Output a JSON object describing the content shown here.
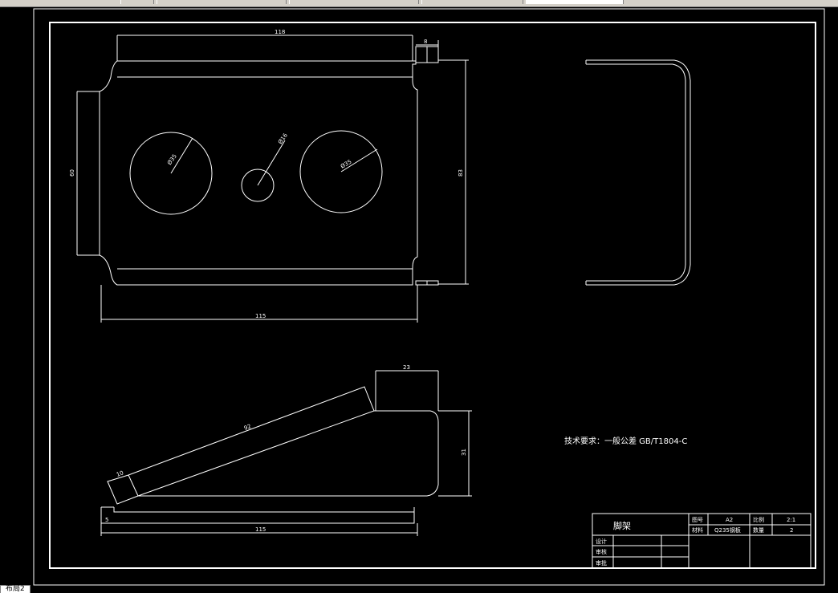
{
  "drawing": {
    "title": "脚架",
    "tech_requirement": "技术要求：一般公差 GB/T1804-C",
    "layout_tab": "布局2"
  },
  "dimensions": {
    "top_width": "118",
    "tab_width": "8",
    "left_height": "60",
    "right_height": "83",
    "hole_left": "Ø35",
    "hole_center": "Ø16",
    "hole_right": "Ø35",
    "bottom_width": "115",
    "side_top": "23",
    "side_slant": "92",
    "side_small": "10",
    "side_height": "31",
    "side_left": "5",
    "side_bottom": "115"
  },
  "title_block": {
    "label_scale_sheet": "图号",
    "value_sheet": "A2",
    "label_ratio": "比例",
    "value_ratio": "2:1",
    "label_material": "材料",
    "value_material": "Q235钢板",
    "label_qty": "数量",
    "value_qty": "2",
    "label_design": "设计",
    "label_check": "审核",
    "label_approve": "审批"
  },
  "colors": {
    "background": "#000000",
    "lines": "#ffffff",
    "toolbar": "#d4d0c8"
  }
}
